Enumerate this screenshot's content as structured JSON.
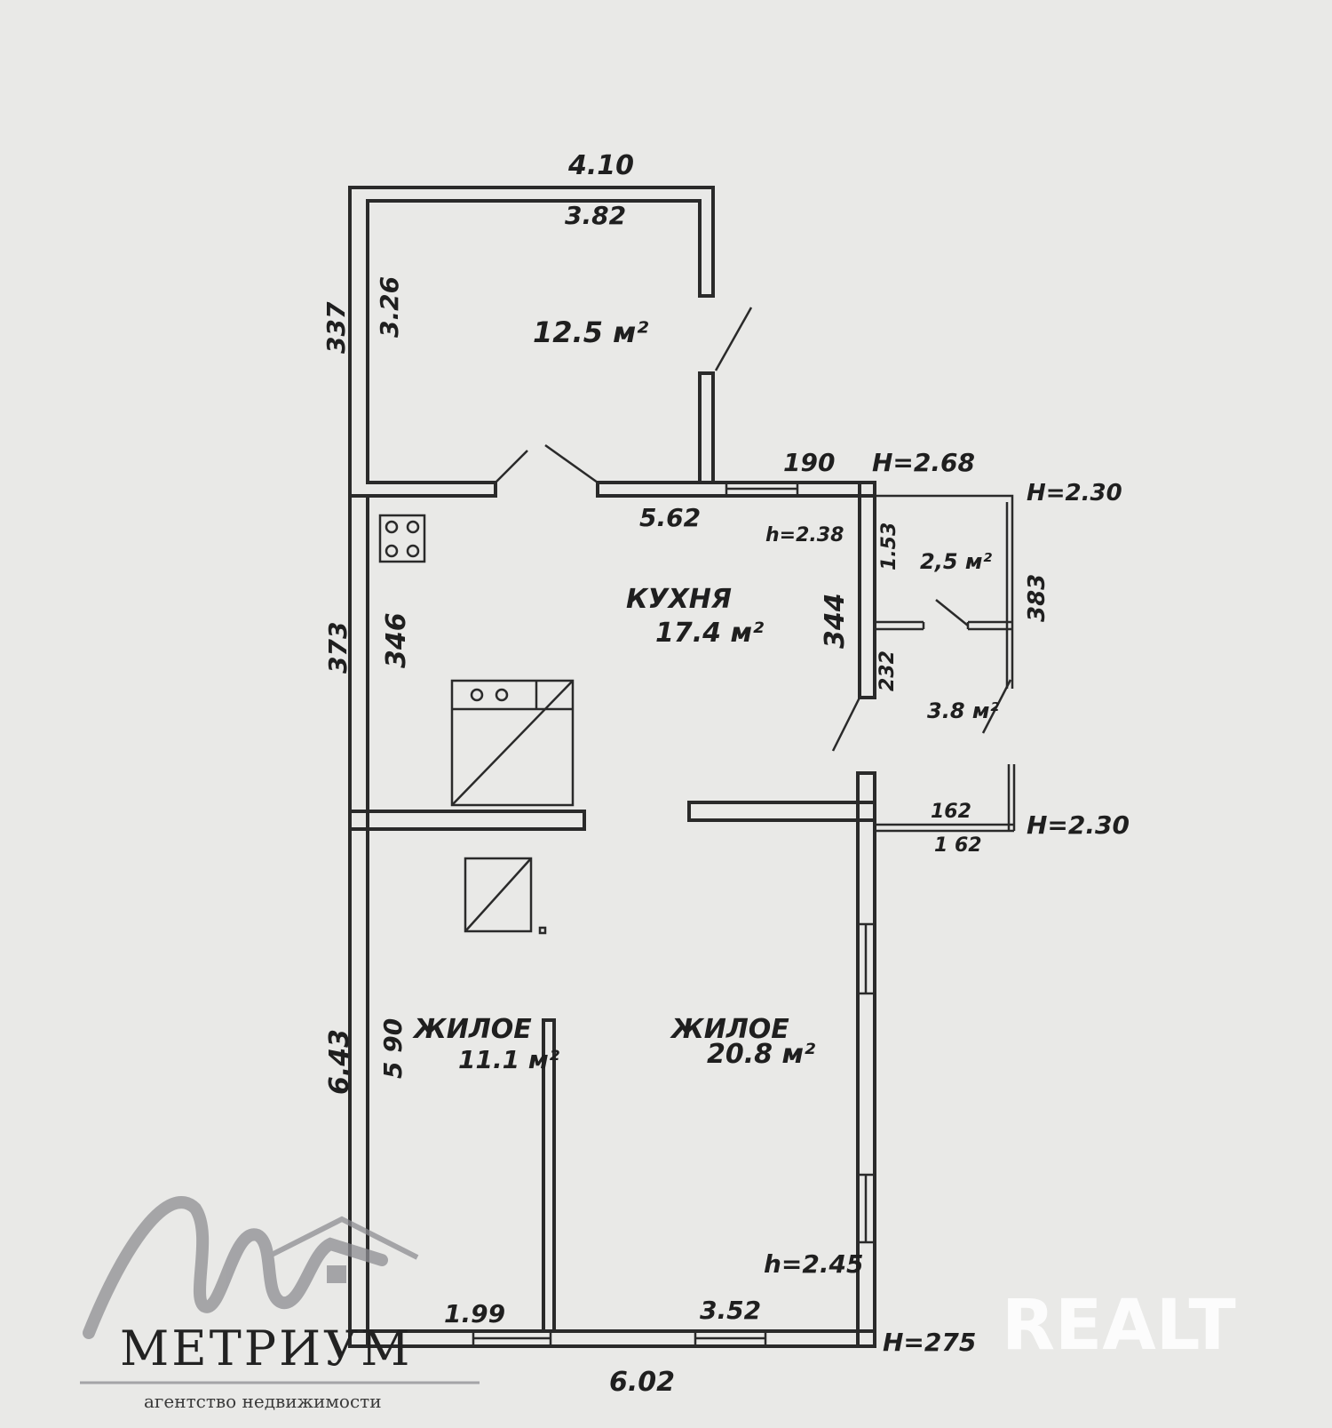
{
  "rooms": {
    "storage": {
      "area": "12.5 м²"
    },
    "kitchen": {
      "name": "КУХНЯ",
      "area": "17.4 м²"
    },
    "living_small": {
      "name": "ЖИЛОЕ",
      "area": "11.1 м²"
    },
    "living_large": {
      "name": "ЖИЛОЕ",
      "area": "20.8 м²"
    },
    "vestibule_upper": {
      "area": "2,5 м²"
    },
    "vestibule_lower": {
      "area": "3.8 м²"
    }
  },
  "dimensions": {
    "top_outer": "4.10",
    "top_inner": "3.82",
    "storage_left_outer": "337",
    "storage_left_inner": "3.26",
    "kitchen_top": "5.62",
    "porch_width": "190",
    "kitchen_left_outer": "373",
    "kitchen_left_inner": "346",
    "kitchen_right": "344",
    "porch_1": "1.53",
    "porch_2": "232",
    "porch_right": "383",
    "porch_bottom_1": "162",
    "porch_bottom_2": "1 62",
    "living_left_outer": "6.43",
    "living_left_inner": "5 90",
    "bottom_left": "1.99",
    "bottom_right": "3.52",
    "bottom_outer": "6.02"
  },
  "heights": {
    "main": "H=2.68",
    "porch_top": "H=2.30",
    "porch_bottom": "H=2.30",
    "kitchen": "h=2.38",
    "living": "h=2.45",
    "building": "H=275"
  },
  "watermarks": {
    "agency_name": "МЕТРИУМ",
    "agency_tagline": "агентство недвижимости",
    "portal": "REALT"
  },
  "colors": {
    "paper": "#e9e9e7",
    "ink": "#2a2a2a",
    "watermark": "#ffffff"
  }
}
